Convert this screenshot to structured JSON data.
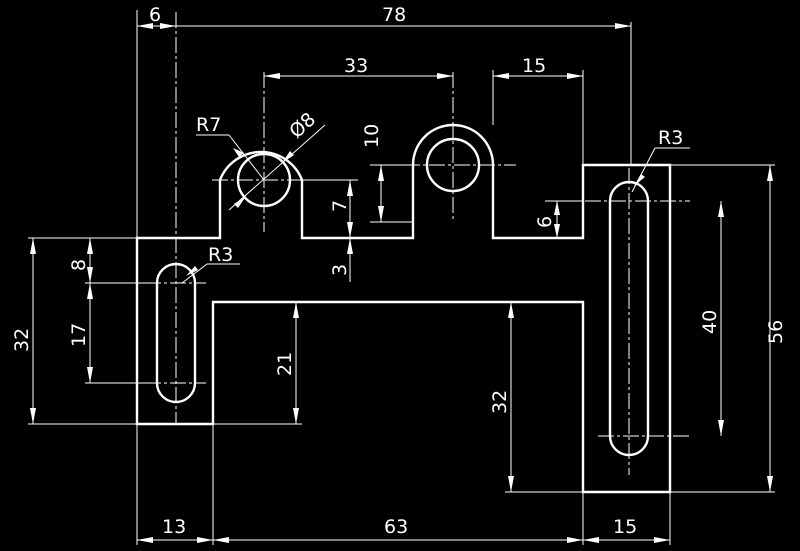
{
  "colors": {
    "background": "#000000",
    "line": "#ffffff"
  },
  "dimensions": {
    "top_overall": "78",
    "top_offset": "6",
    "hole_spacing": "33",
    "right_offset": "15",
    "radius_boss": "R7",
    "diameter_hole": "Ø8",
    "radius_slot_left": "R3",
    "radius_slot_right": "R3",
    "boss_height": "10",
    "step_height": "7",
    "base_step": "3",
    "right_step": "6",
    "left_slot_top": "8",
    "left_slot_length": "17",
    "left_height": "32",
    "inner_height_left": "21",
    "inner_height_right": "32",
    "right_slot_length": "40",
    "right_height": "56",
    "bottom_left": "13",
    "bottom_middle": "63",
    "bottom_right": "15"
  }
}
